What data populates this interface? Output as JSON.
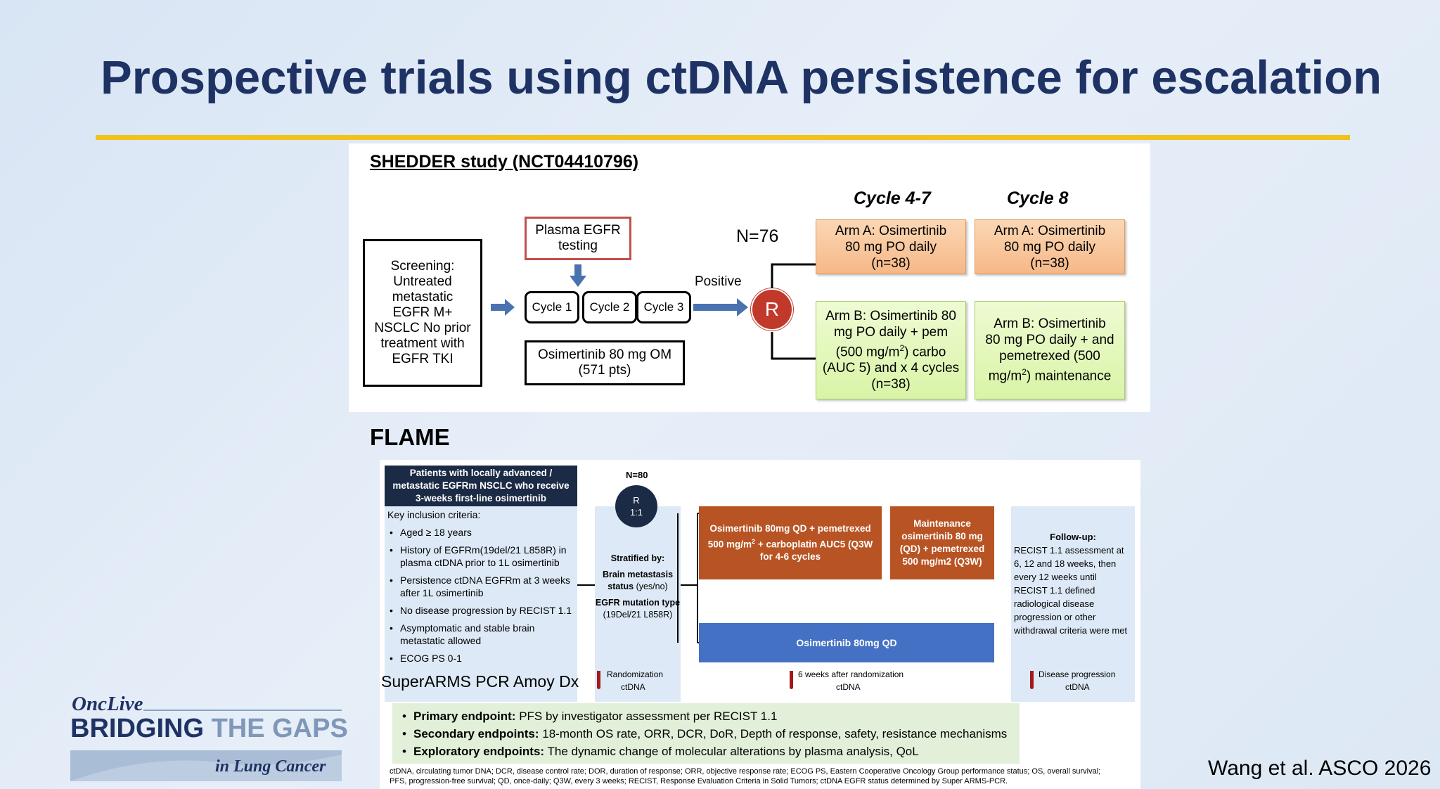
{
  "title": "Prospective trials using ctDNA persistence for escalation",
  "shedder": {
    "heading": "SHEDDER study (NCT04410796)",
    "cycle_4_7": "Cycle 4-7",
    "cycle_8": "Cycle 8",
    "screening": "Screening: Untreated metastatic EGFR M+ NSCLC No prior treatment with EGFR TKI",
    "plasma_testing": "Plasma EGFR testing",
    "cycle1": "Cycle 1",
    "cycle2": "Cycle 2",
    "cycle3": "Cycle 3",
    "osimertinib_om": "Osimertinib 80 mg OM",
    "pts": "(571 pts)",
    "n": "N=76",
    "positive": "Positive",
    "r": "R",
    "armA_c47": "Arm A: Osimertinib 80 mg PO daily (n=38)",
    "armA_c8": "Arm A: Osimertinib 80 mg PO daily (n=38)",
    "armB_c47_a": "Arm B: Osimertinib 80 mg PO daily + pem (500 mg/m",
    "armB_c47_sup": "2",
    "armB_c47_b": ") carbo (AUC 5) and x 4 cycles (n=38)",
    "armB_c8_a": "Arm B: Osimertinib 80 mg PO daily + and pemetrexed (500 mg/m",
    "armB_c8_sup": "2",
    "armB_c8_b": ") maintenance"
  },
  "flame": {
    "heading": "FLAME",
    "patients_header": "Patients with locally advanced / metastatic EGFRm NSCLC who receive 3-weeks first-line osimertinib",
    "key_inclusion": "Key inclusion criteria:",
    "criteria": [
      "Aged ≥ 18 years",
      "History of EGFRm(19del/21 L858R) in plasma ctDNA prior to 1L osimertinib",
      "Persistence ctDNA EGFRm at 3 weeks after 1L osimertinib",
      "No disease progression by RECIST 1.1",
      "Asymptomatic and stable brain metastatic allowed",
      "ECOG PS 0-1"
    ],
    "n": "N=80",
    "r": "R",
    "ratio": "1:1",
    "stratified_by": "Stratified by:",
    "strat_brain_bold": "Brain metastasis status",
    "strat_brain_rest": " (yes/no)",
    "strat_egfr_bold": "EGFR mutation type",
    "strat_egfr_rest": " (19Del/21 L858R)",
    "combo_a": "Osimertinib 80mg QD + pemetrexed 500 mg/m",
    "combo_sup": "2",
    "combo_b": " + carboplatin AUC5 (Q3W for 4-6 cycles",
    "maintenance": "Maintenance osimertinib 80 mg (QD) + pemetrexed 500 mg/m2 (Q3W)",
    "osi_qd": "Osimertinib 80mg QD",
    "followup_title": "Follow-up:",
    "followup_text": "RECIST 1.1 assessment at 6, 12 and 18 weeks, then every 12 weeks until RECIST 1.1 defined radiological disease progression or other withdrawal criteria were met",
    "ctdna_points": [
      {
        "label": "Randomization",
        "sub": "ctDNA"
      },
      {
        "label": "6 weeks after randomization",
        "sub": "ctDNA"
      },
      {
        "label": "Disease progression",
        "sub": "ctDNA"
      }
    ],
    "superarms": "SuperARMS PCR Amoy Dx",
    "endpoints": [
      {
        "label": "Primary endpoint:",
        "text": " PFS by investigator assessment per RECIST 1.1"
      },
      {
        "label": "Secondary endpoints:",
        "text": " 18-month OS rate, ORR, DCR, DoR, Depth of response, safety, resistance mechanisms"
      },
      {
        "label": "Exploratory endpoints:",
        "text": " The dynamic change of molecular alterations by plasma analysis, QoL"
      }
    ],
    "footnote": "ctDNA, circulating tumor DNA; DCR, disease control rate; DOR, duration of response; ORR, objective response rate; ECOG PS, Eastern Cooperative Oncology Group performance status; OS, overall survival; PFS, progression-free survival; QD, once-daily; Q3W, every 3 weeks; RECIST, Response Evaluation Criteria in Solid Tumors; ctDNA EGFR status determined by Super ARMS-PCR."
  },
  "logo": {
    "onclive": "OncLive",
    "bridging": "BRIDGING",
    "the_gaps": "THE GAPS",
    "in_lung_cancer": "in Lung Cancer"
  },
  "citation": "Wang et al. ASCO 2026",
  "colors": {
    "title": "#1f3264",
    "rule": "#f2c21b",
    "arrow_blue": "#4a72b0",
    "r_circle": "#c0392b",
    "orange_box": "#b85424",
    "blue_box": "#4471c4",
    "navy_header": "#1b2a45",
    "endpoint_bg": "#e2efd9"
  }
}
